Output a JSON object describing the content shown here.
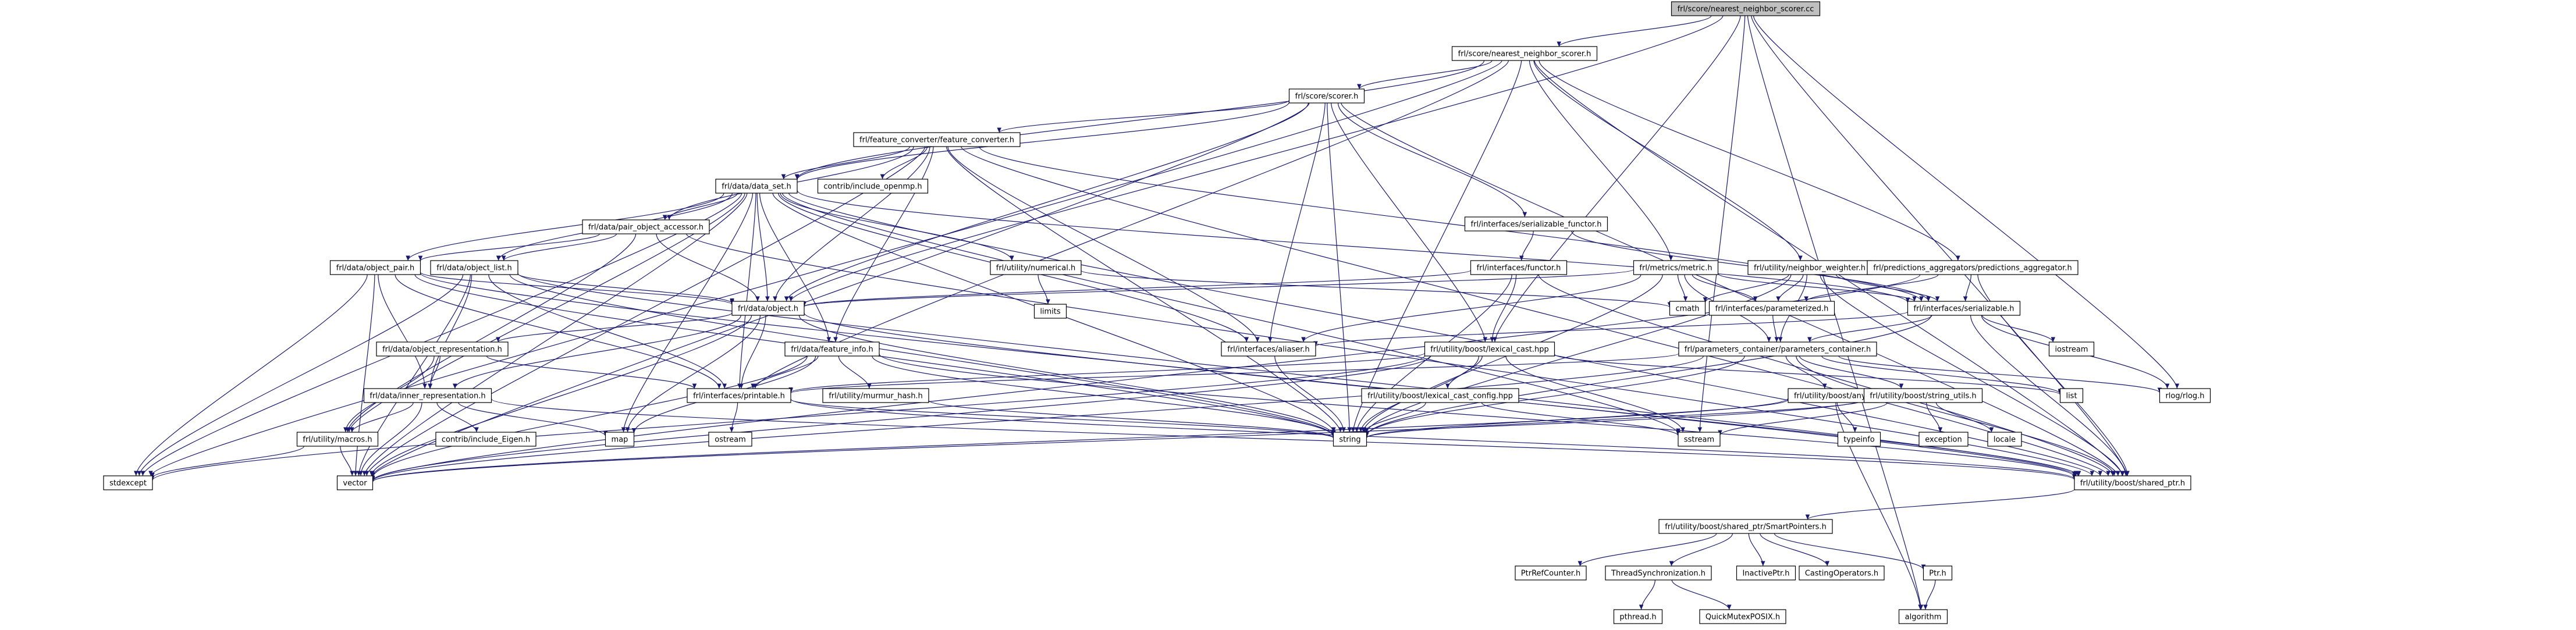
{
  "colors": {
    "node_fill": "#ffffff",
    "root_fill": "#bfbfbf",
    "node_stroke": "#000000",
    "edge": "#191970"
  },
  "nodes": [
    {
      "id": "root",
      "label": "frl/score/nearest_neighbor_scorer.cc",
      "root": true
    },
    {
      "id": "nnh",
      "label": "frl/score/nearest_neighbor_scorer.h"
    },
    {
      "id": "scorer",
      "label": "frl/score/scorer.h"
    },
    {
      "id": "fconv",
      "label": "frl/feature_converter/feature_converter.h"
    },
    {
      "id": "dset",
      "label": "frl/data/data_set.h"
    },
    {
      "id": "ppa",
      "label": "frl/data/pair_object_accessor.h"
    },
    {
      "id": "omp",
      "label": "contrib/include_openmp.h"
    },
    {
      "id": "sfunc",
      "label": "frl/interfaces/serializable_functor.h"
    },
    {
      "id": "ifunc",
      "label": "frl/interfaces/functor.h"
    },
    {
      "id": "metric",
      "label": "frl/metrics/metric.h"
    },
    {
      "id": "nw",
      "label": "frl/utility/neighbor_weighter.h"
    },
    {
      "id": "pagg",
      "label": "frl/predictions_aggregators/predictions_aggregator.h"
    },
    {
      "id": "opair",
      "label": "frl/data/object_pair.h"
    },
    {
      "id": "olist",
      "label": "frl/data/object_list.h"
    },
    {
      "id": "numer",
      "label": "frl/utility/numerical.h"
    },
    {
      "id": "limits",
      "label": "limits"
    },
    {
      "id": "cmath",
      "label": "cmath"
    },
    {
      "id": "param",
      "label": "frl/interfaces/parameterized.h"
    },
    {
      "id": "serial",
      "label": "frl/interfaces/serializable.h"
    },
    {
      "id": "object",
      "label": "frl/data/object.h"
    },
    {
      "id": "aliaser",
      "label": "frl/interfaces/aliaser.h"
    },
    {
      "id": "lexcast",
      "label": "frl/utility/boost/lexical_cast.hpp"
    },
    {
      "id": "pcont",
      "label": "frl/parameters_container/parameters_container.h"
    },
    {
      "id": "iostream",
      "label": "iostream"
    },
    {
      "id": "ologrep",
      "label": "frl/data/object_representation.h"
    },
    {
      "id": "finfo",
      "label": "frl/data/feature_info.h"
    },
    {
      "id": "lcconf",
      "label": "frl/utility/boost/lexical_cast_config.hpp"
    },
    {
      "id": "any",
      "label": "frl/utility/boost/any.h"
    },
    {
      "id": "strutil",
      "label": "frl/utility/boost/string_utils.h"
    },
    {
      "id": "list",
      "label": "list"
    },
    {
      "id": "rlog",
      "label": "rlog/rlog.h"
    },
    {
      "id": "inner",
      "label": "frl/data/inner_representation.h"
    },
    {
      "id": "printable",
      "label": "frl/interfaces/printable.h"
    },
    {
      "id": "murmur",
      "label": "frl/utility/murmur_hash.h"
    },
    {
      "id": "sstream",
      "label": "sstream"
    },
    {
      "id": "typeinfo",
      "label": "typeinfo"
    },
    {
      "id": "exception",
      "label": "exception"
    },
    {
      "id": "locale",
      "label": "locale"
    },
    {
      "id": "macros",
      "label": "frl/utility/macros.h"
    },
    {
      "id": "eigen",
      "label": "contrib/include_Eigen.h"
    },
    {
      "id": "map",
      "label": "map"
    },
    {
      "id": "ostream",
      "label": "ostream"
    },
    {
      "id": "string",
      "label": "string"
    },
    {
      "id": "stdexcept",
      "label": "stdexcept"
    },
    {
      "id": "vector",
      "label": "vector"
    },
    {
      "id": "sptr",
      "label": "frl/utility/boost/shared_ptr.h"
    },
    {
      "id": "sptrsp",
      "label": "frl/utility/boost/shared_ptr/SmartPointers.h"
    },
    {
      "id": "ptrref",
      "label": "PtrRefCounter.h"
    },
    {
      "id": "tsync",
      "label": "ThreadSynchronization.h"
    },
    {
      "id": "inact",
      "label": "InactivePtr.h"
    },
    {
      "id": "cast",
      "label": "CastingOperators.h"
    },
    {
      "id": "ptrh",
      "label": "Ptr.h"
    },
    {
      "id": "pthread",
      "label": "pthread.h"
    },
    {
      "id": "qmutex",
      "label": "QuickMutexPOSIX.h"
    },
    {
      "id": "algorithm",
      "label": "algorithm"
    }
  ],
  "edges": [
    [
      "root",
      "nnh"
    ],
    [
      "root",
      "lexcast"
    ],
    [
      "root",
      "sstream"
    ],
    [
      "root",
      "sptr"
    ],
    [
      "root",
      "rlog"
    ],
    [
      "root",
      "algorithm"
    ],
    [
      "root",
      "object"
    ],
    [
      "nnh",
      "scorer"
    ],
    [
      "nnh",
      "dset"
    ],
    [
      "nnh",
      "metric"
    ],
    [
      "nnh",
      "nw"
    ],
    [
      "nnh",
      "pagg"
    ],
    [
      "nnh",
      "string"
    ],
    [
      "nnh",
      "stdexcept"
    ],
    [
      "nnh",
      "sptr"
    ],
    [
      "nnh",
      "printable"
    ],
    [
      "scorer",
      "fconv"
    ],
    [
      "scorer",
      "object"
    ],
    [
      "scorer",
      "sfunc"
    ],
    [
      "scorer",
      "aliaser"
    ],
    [
      "scorer",
      "lexcast"
    ],
    [
      "scorer",
      "string"
    ],
    [
      "scorer",
      "sptr"
    ],
    [
      "scorer",
      "vector"
    ],
    [
      "scorer",
      "dset"
    ],
    [
      "fconv",
      "dset"
    ],
    [
      "fconv",
      "ppa"
    ],
    [
      "fconv",
      "omp"
    ],
    [
      "fconv",
      "finfo"
    ],
    [
      "fconv",
      "object"
    ],
    [
      "fconv",
      "aliaser"
    ],
    [
      "fconv",
      "string"
    ],
    [
      "fconv",
      "vector"
    ],
    [
      "fconv",
      "sptr"
    ],
    [
      "fconv",
      "serial"
    ],
    [
      "dset",
      "ppa"
    ],
    [
      "dset",
      "opair"
    ],
    [
      "dset",
      "olist"
    ],
    [
      "dset",
      "object"
    ],
    [
      "dset",
      "numer"
    ],
    [
      "dset",
      "finfo"
    ],
    [
      "dset",
      "aliaser"
    ],
    [
      "dset",
      "string"
    ],
    [
      "dset",
      "vector"
    ],
    [
      "dset",
      "stdexcept"
    ],
    [
      "dset",
      "sptr"
    ],
    [
      "dset",
      "map"
    ],
    [
      "dset",
      "macros"
    ],
    [
      "dset",
      "sstream"
    ],
    [
      "dset",
      "printable"
    ],
    [
      "dset",
      "serial"
    ],
    [
      "ppa",
      "opair"
    ],
    [
      "ppa",
      "olist"
    ],
    [
      "ppa",
      "object"
    ],
    [
      "ppa",
      "macros"
    ],
    [
      "ppa",
      "sptr"
    ],
    [
      "sfunc",
      "ifunc"
    ],
    [
      "sfunc",
      "serial"
    ],
    [
      "ifunc",
      "object"
    ],
    [
      "ifunc",
      "lexcast"
    ],
    [
      "ifunc",
      "string"
    ],
    [
      "ifunc",
      "sptr"
    ],
    [
      "metric",
      "object"
    ],
    [
      "metric",
      "param"
    ],
    [
      "metric",
      "serial"
    ],
    [
      "metric",
      "aliaser"
    ],
    [
      "metric",
      "string"
    ],
    [
      "metric",
      "cmath"
    ],
    [
      "metric",
      "pcont"
    ],
    [
      "nw",
      "param"
    ],
    [
      "nw",
      "serial"
    ],
    [
      "nw",
      "cmath"
    ],
    [
      "nw",
      "string"
    ],
    [
      "nw",
      "pcont"
    ],
    [
      "nw",
      "sptr"
    ],
    [
      "pagg",
      "param"
    ],
    [
      "pagg",
      "serial"
    ],
    [
      "pagg",
      "vector"
    ],
    [
      "pagg",
      "sptr"
    ],
    [
      "opair",
      "object"
    ],
    [
      "opair",
      "inner"
    ],
    [
      "opair",
      "printable"
    ],
    [
      "opair",
      "string"
    ],
    [
      "opair",
      "vector"
    ],
    [
      "opair",
      "stdexcept"
    ],
    [
      "opair",
      "sptr"
    ],
    [
      "olist",
      "object"
    ],
    [
      "olist",
      "inner"
    ],
    [
      "olist",
      "printable"
    ],
    [
      "olist",
      "string"
    ],
    [
      "olist",
      "vector"
    ],
    [
      "olist",
      "stdexcept"
    ],
    [
      "olist",
      "sptr"
    ],
    [
      "numer",
      "limits"
    ],
    [
      "numer",
      "cmath"
    ],
    [
      "param",
      "pcont"
    ],
    [
      "serial",
      "pcont"
    ],
    [
      "serial",
      "aliaser"
    ],
    [
      "serial",
      "iostream"
    ],
    [
      "serial",
      "rlog"
    ],
    [
      "serial",
      "string"
    ],
    [
      "serial",
      "sptr"
    ],
    [
      "object",
      "ologrep"
    ],
    [
      "object",
      "printable"
    ],
    [
      "object",
      "inner"
    ],
    [
      "object",
      "map"
    ],
    [
      "object",
      "string"
    ],
    [
      "object",
      "vector"
    ],
    [
      "object",
      "sptr"
    ],
    [
      "aliaser",
      "string"
    ],
    [
      "lexcast",
      "lcconf"
    ],
    [
      "lexcast",
      "string"
    ],
    [
      "lexcast",
      "sstream"
    ],
    [
      "lexcast",
      "vector"
    ],
    [
      "lexcast",
      "stdexcept"
    ],
    [
      "lexcast",
      "printable"
    ],
    [
      "lexcast",
      "list"
    ],
    [
      "pcont",
      "any"
    ],
    [
      "pcont",
      "strutil"
    ],
    [
      "pcont",
      "printable"
    ],
    [
      "pcont",
      "string"
    ],
    [
      "pcont",
      "vector"
    ],
    [
      "pcont",
      "rlog"
    ],
    [
      "pcont",
      "sptr"
    ],
    [
      "pcont",
      "list"
    ],
    [
      "ologrep",
      "inner"
    ],
    [
      "ologrep",
      "printable"
    ],
    [
      "ologrep",
      "macros"
    ],
    [
      "finfo",
      "printable"
    ],
    [
      "finfo",
      "murmur"
    ],
    [
      "finfo",
      "string"
    ],
    [
      "finfo",
      "vector"
    ],
    [
      "finfo",
      "map"
    ],
    [
      "finfo",
      "sptr"
    ],
    [
      "lcconf",
      "string"
    ],
    [
      "lcconf",
      "sstream"
    ],
    [
      "any",
      "typeinfo"
    ],
    [
      "any",
      "algorithm"
    ],
    [
      "any",
      "vector"
    ],
    [
      "any",
      "string"
    ],
    [
      "strutil",
      "string"
    ],
    [
      "strutil",
      "vector"
    ],
    [
      "strutil",
      "exception"
    ],
    [
      "strutil",
      "locale"
    ],
    [
      "strutil",
      "sstream"
    ],
    [
      "inner",
      "macros"
    ],
    [
      "inner",
      "eigen"
    ],
    [
      "inner",
      "map"
    ],
    [
      "inner",
      "vector"
    ],
    [
      "inner",
      "sptr"
    ],
    [
      "printable",
      "ostream"
    ],
    [
      "printable",
      "string"
    ],
    [
      "printable",
      "sptr"
    ],
    [
      "murmur",
      "string"
    ],
    [
      "macros",
      "stdexcept"
    ],
    [
      "macros",
      "vector"
    ],
    [
      "sptr",
      "sptrsp"
    ],
    [
      "sptrsp",
      "ptrref"
    ],
    [
      "sptrsp",
      "tsync"
    ],
    [
      "sptrsp",
      "inact"
    ],
    [
      "sptrsp",
      "cast"
    ],
    [
      "sptrsp",
      "ptrh"
    ],
    [
      "tsync",
      "pthread"
    ],
    [
      "tsync",
      "qmutex"
    ],
    [
      "ptrh",
      "algorithm"
    ]
  ]
}
